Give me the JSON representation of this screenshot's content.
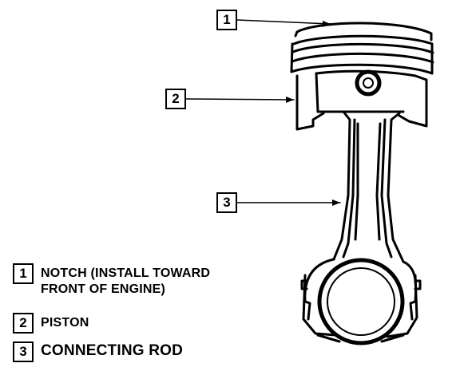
{
  "callouts": [
    {
      "number": "1"
    },
    {
      "number": "2"
    },
    {
      "number": "3"
    }
  ],
  "legend": [
    {
      "number": "1",
      "lines": [
        "NOTCH (INSTALL TOWARD",
        "FRONT OF ENGINE)"
      ]
    },
    {
      "number": "2",
      "lines": [
        "PISTON"
      ]
    },
    {
      "number": "3",
      "lines": [
        "CONNECTING ROD"
      ]
    }
  ]
}
